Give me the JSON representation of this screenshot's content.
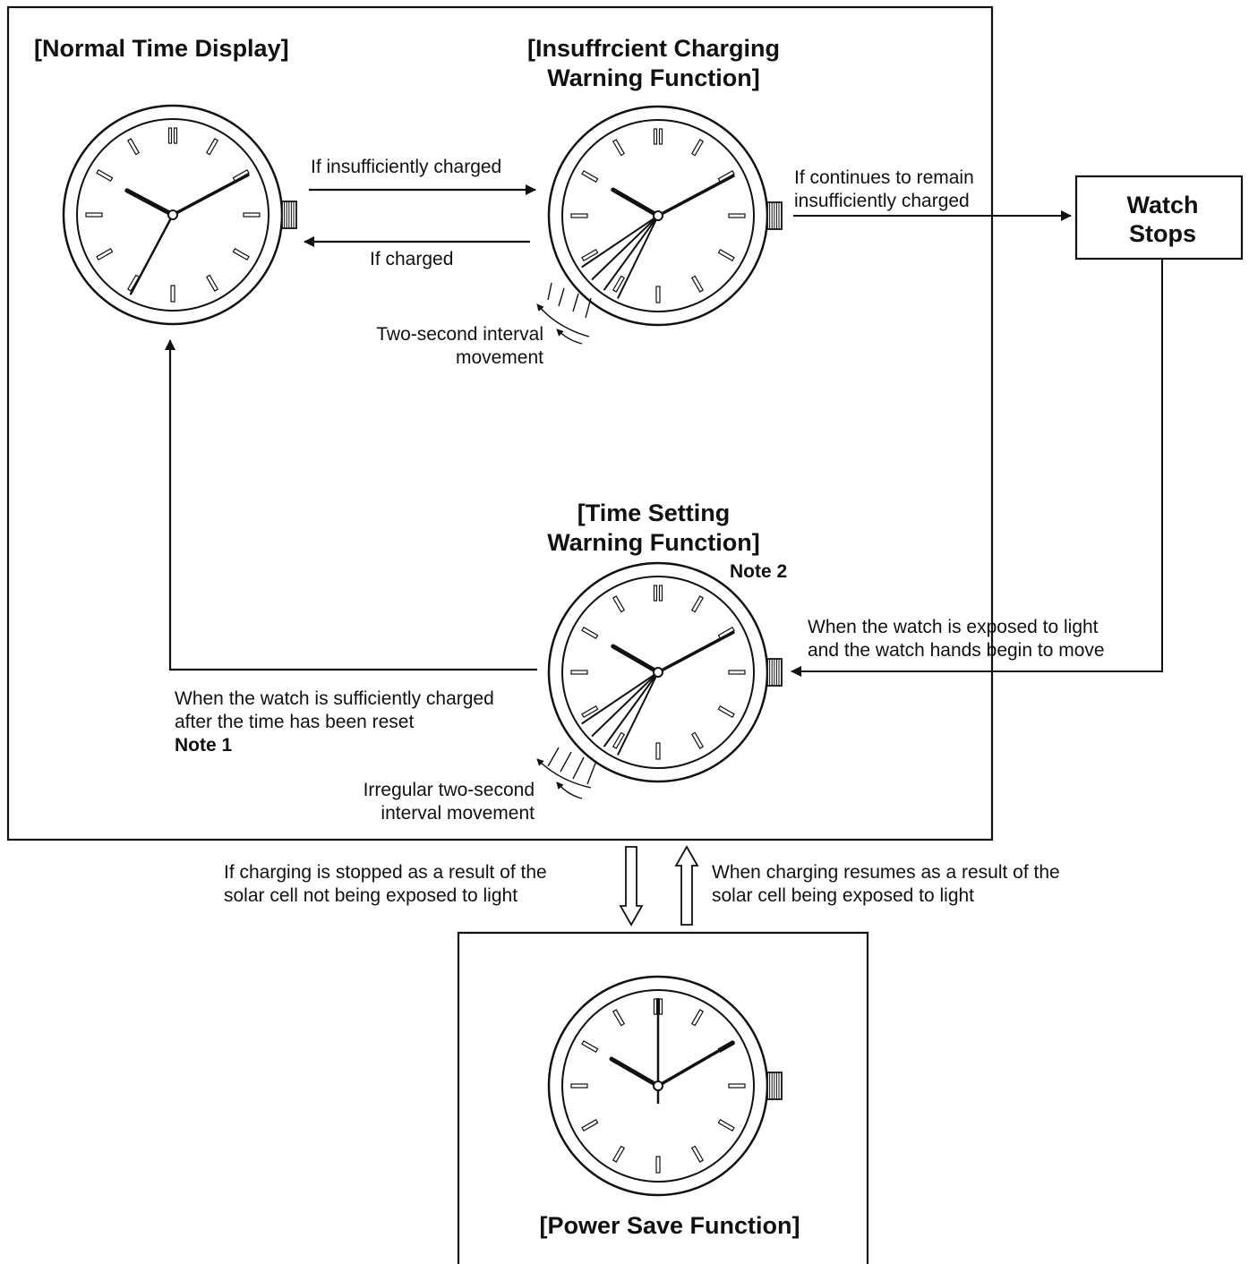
{
  "titles": {
    "normal": "[Normal Time Display]",
    "insufficient": "[Insuffrcient Charging\nWarning Function]",
    "time_setting": "[Time Setting\nWarning Function]",
    "watch_stops": "Watch\nStops",
    "power_save": "[Power Save Function]"
  },
  "labels": {
    "if_insufficiently_charged": "If insufficiently charged",
    "if_charged": "If charged",
    "continues_insufficient": "If continues to remain\ninsufficiently charged",
    "two_second": "Two-second interval\nmovement",
    "exposed_to_light": "When the watch is exposed to light\nand the watch hands begin to move",
    "sufficiently_charged": "When the watch is sufficiently charged\nafter the time has been reset",
    "irregular": "Irregular two-second\ninterval movement",
    "charging_stopped": "If charging is stopped as a result of the\nsolar cell not being exposed to light",
    "charging_resumes": "When charging resumes as a result of the\nsolar cell being  exposed to light"
  },
  "notes": {
    "note1": "Note 1",
    "note2": "Note 2"
  },
  "colors": {
    "ink": "#111111",
    "background": "#ffffff"
  }
}
